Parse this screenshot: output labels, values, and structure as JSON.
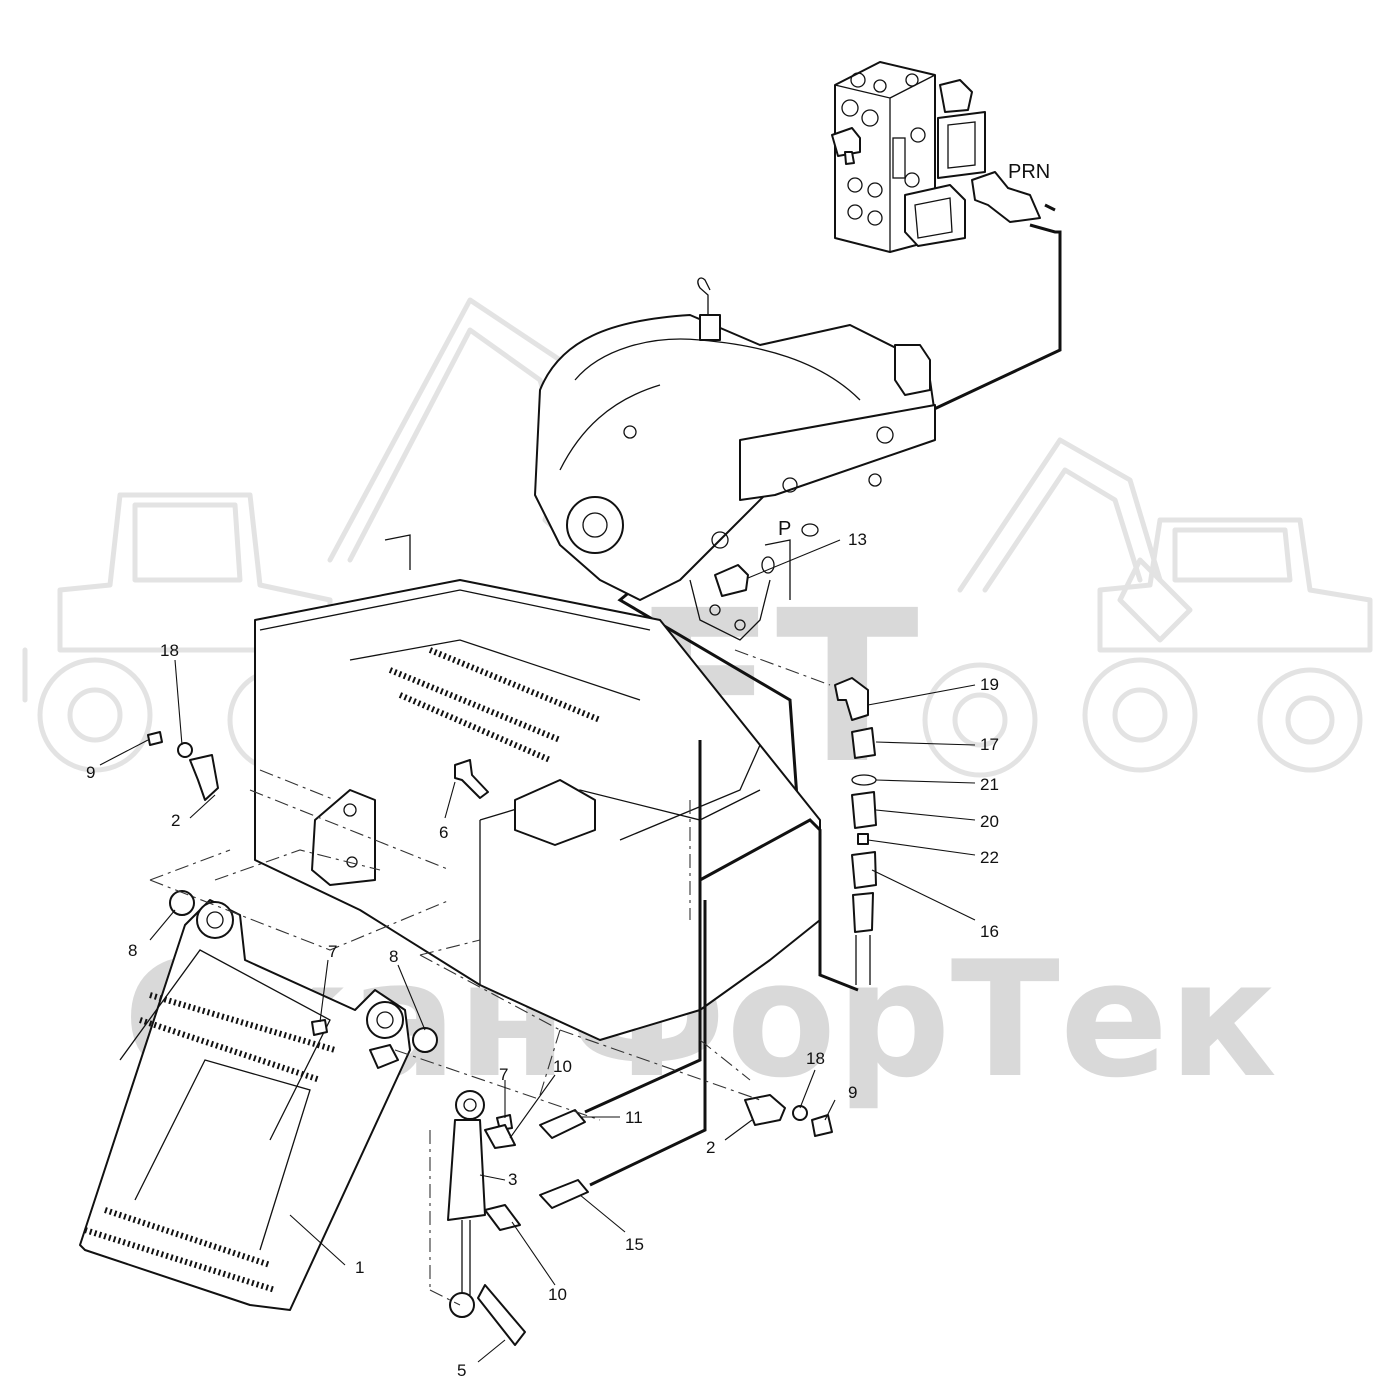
{
  "watermark": {
    "logo_text": "SFT",
    "company_text": "СканФорТек"
  },
  "port_labels": {
    "prn": "PRN",
    "p": "P"
  },
  "callouts": [
    {
      "id": "c1",
      "label": "1"
    },
    {
      "id": "c2a",
      "label": "2"
    },
    {
      "id": "c2b",
      "label": "2"
    },
    {
      "id": "c3",
      "label": "3"
    },
    {
      "id": "c5",
      "label": "5"
    },
    {
      "id": "c6",
      "label": "6"
    },
    {
      "id": "c7a",
      "label": "7"
    },
    {
      "id": "c7b",
      "label": "7"
    },
    {
      "id": "c8a",
      "label": "8"
    },
    {
      "id": "c8b",
      "label": "8"
    },
    {
      "id": "c9a",
      "label": "9"
    },
    {
      "id": "c9b",
      "label": "9"
    },
    {
      "id": "c10a",
      "label": "10"
    },
    {
      "id": "c10b",
      "label": "10"
    },
    {
      "id": "c11",
      "label": "11"
    },
    {
      "id": "c13",
      "label": "13"
    },
    {
      "id": "c15",
      "label": "15"
    },
    {
      "id": "c16",
      "label": "16"
    },
    {
      "id": "c17",
      "label": "17"
    },
    {
      "id": "c18a",
      "label": "18"
    },
    {
      "id": "c18b",
      "label": "18"
    },
    {
      "id": "c19",
      "label": "19"
    },
    {
      "id": "c20",
      "label": "20"
    },
    {
      "id": "c21",
      "label": "21"
    },
    {
      "id": "c22",
      "label": "22"
    }
  ],
  "colors": {
    "line": "#111111",
    "watermark": "#d9d9d9",
    "background": "#ffffff"
  }
}
